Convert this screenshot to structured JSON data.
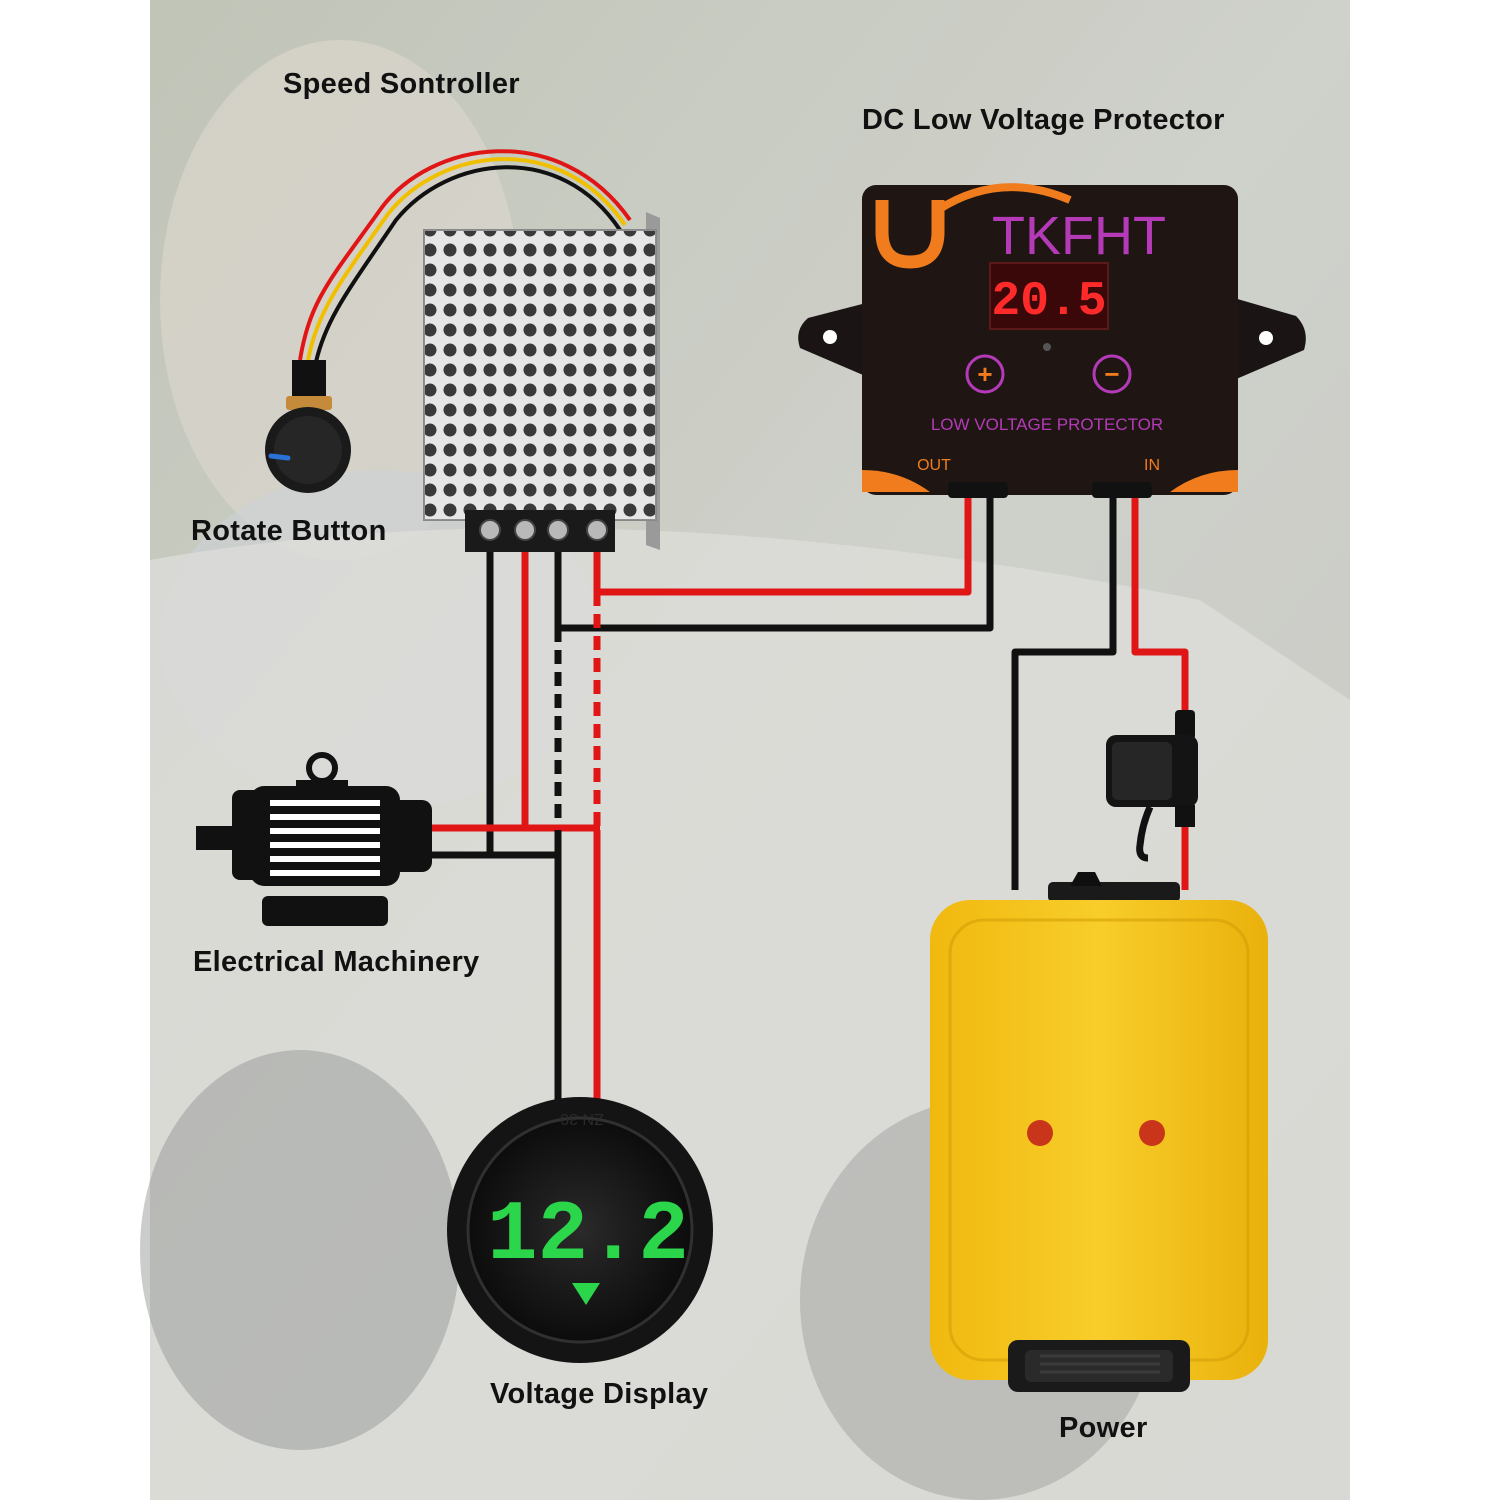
{
  "labels": {
    "speed_controller": "Speed Sontroller",
    "rotate_button": "Rotate Button",
    "electrical_machinery": "Electrical Machinery",
    "voltage_display": "Voltage Display",
    "dc_low_voltage_protector": "DC Low Voltage Protector",
    "power": "Power"
  },
  "protector": {
    "brand": "TKFHT",
    "brand_initial": "U",
    "display_value": "20.5",
    "plus": "+",
    "minus": "−",
    "caption": "LOW VOLTAGE PROTECTOR",
    "out_label": "OUT",
    "in_label": "IN"
  },
  "voltage_display": {
    "value": "12.2",
    "ring_text": "ZN 30"
  },
  "colors": {
    "wire_red": "#e01616",
    "wire_black": "#111111",
    "protector_body": "#1f1614",
    "protector_orange": "#f07c1e",
    "protector_magenta": "#b43ab8",
    "display_red": "#ff2a2a",
    "display_green": "#2bd64b",
    "battery_yellow": "#f5c21b"
  }
}
